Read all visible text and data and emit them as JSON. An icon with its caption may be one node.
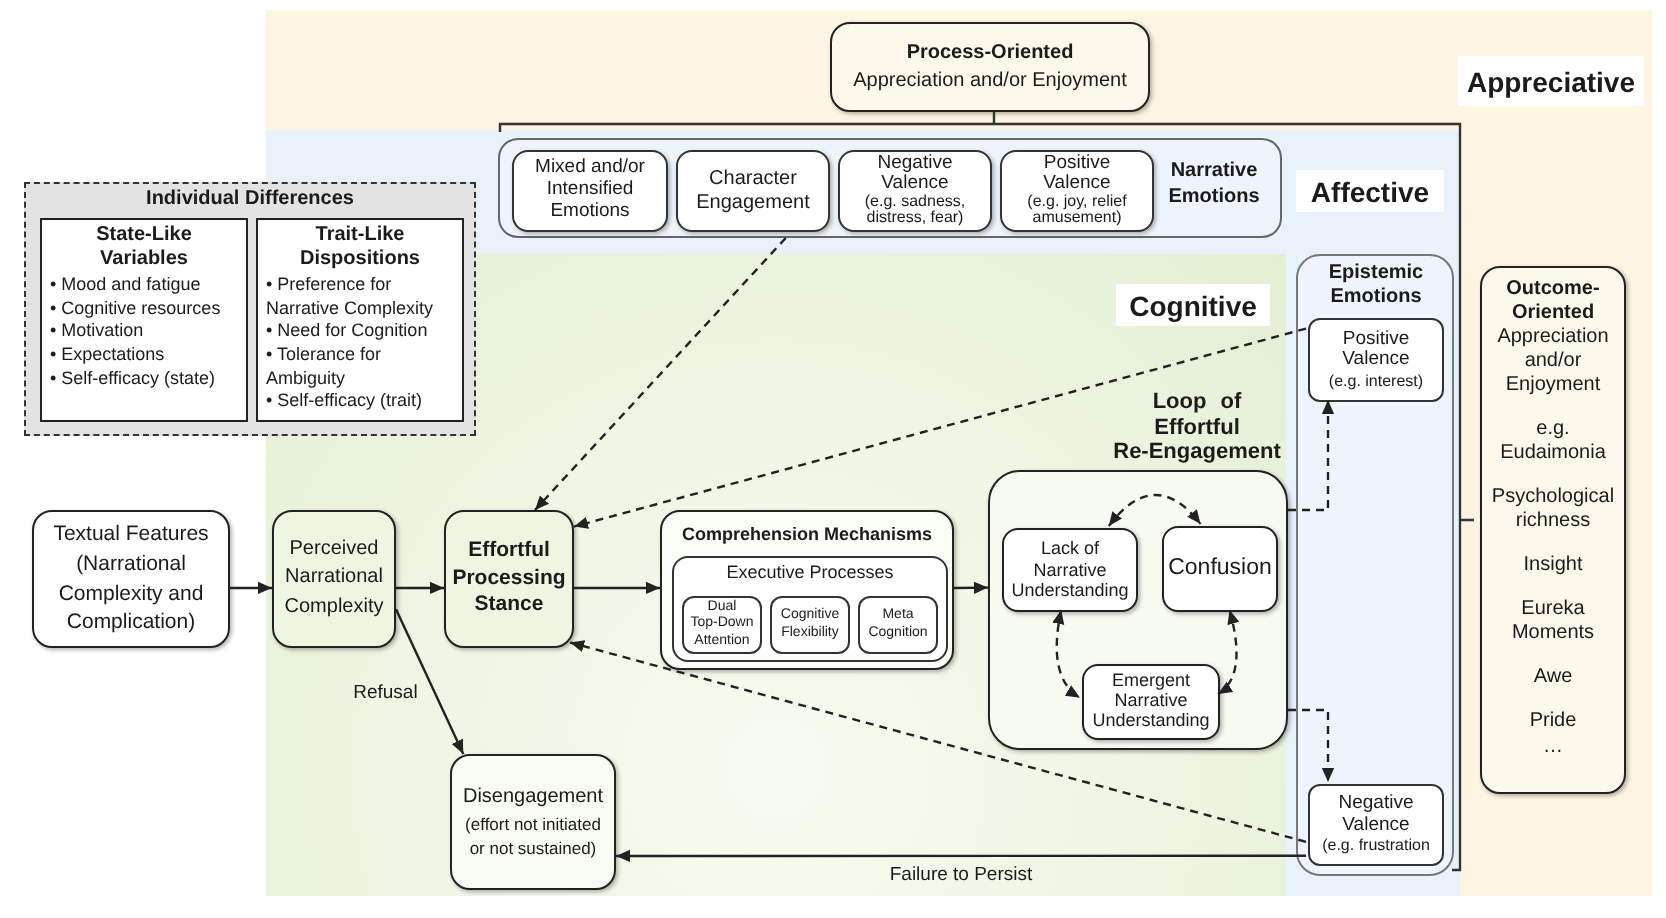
{
  "diagram": {
    "nodes": [
      {
        "text": [
          "Process-Oriented",
          "Appreciation and/or Enjoyment"
        ]
      },
      {
        "text": [
          "Narrative Emotions"
        ]
      },
      {
        "text": [
          "Mixed and/or Intensified Emotions"
        ],
        "in": 1
      },
      {
        "text": [
          "Character Engagement"
        ],
        "in": 1
      },
      {
        "text": [
          "Negative Valence",
          "(e.g. sadness, distress, fear)"
        ],
        "in": 1
      },
      {
        "text": [
          "Positive Valence",
          "(e.g. joy, relief amusement)"
        ],
        "in": 1
      },
      {
        "text": [
          "Individual Differences"
        ]
      },
      {
        "text": [
          "State-Like Variables",
          "• Mood and fatigue",
          "• Cognitive resources",
          "• Motivation",
          "• Expectations",
          "• Self-efficacy (state)"
        ],
        "in": 6
      },
      {
        "text": [
          "Trait-Like Dispositions",
          "• Preference for Narrative Complexity",
          "• Need for Cognition",
          "• Tolerance for Ambiguity",
          "• Self-efficacy (trait)"
        ],
        "in": 6
      },
      {
        "text": [
          "Textual Features (Narrational Complexity and Complication)"
        ]
      },
      {
        "text": [
          "Perceived Narrational Complexity"
        ]
      },
      {
        "text": [
          "Effortful Processing Stance"
        ]
      },
      {
        "text": [
          "Comprehension Mechanisms"
        ]
      },
      {
        "text": [
          "Executive Processes"
        ],
        "in": 12
      },
      {
        "text": [
          "Dual Top-Down Attention"
        ],
        "in": 13
      },
      {
        "text": [
          "Cognitive Flexibility"
        ],
        "in": 13
      },
      {
        "text": [
          "Meta Cognition"
        ],
        "in": 13
      },
      {
        "text": [
          "Loop of Effortful Re-Engagement"
        ]
      },
      {
        "text": [
          "Lack of Narrative Understanding"
        ],
        "in": 17
      },
      {
        "text": [
          "Confusion"
        ],
        "in": 17
      },
      {
        "text": [
          "Emergent Narrative Understanding"
        ],
        "in": 17
      },
      {
        "text": [
          "Epistemic Emotions"
        ]
      },
      {
        "text": [
          "Positive Valence",
          "(e.g. interest)"
        ],
        "in": 21
      },
      {
        "text": [
          "Negative Valence",
          "(e.g. frustration"
        ],
        "in": 21
      },
      {
        "text": [
          "Disengagement",
          "(effort not initiated or not sustained)"
        ]
      },
      {
        "text": [
          "Outcome-Oriented",
          "Appreciation and/or Enjoyment",
          "e.g. Eudaimonia",
          "Psychological richness",
          "Insight",
          "Eureka Moments",
          "Awe",
          "Pride",
          "…"
        ]
      }
    ],
    "edges": [
      {
        "from": 9,
        "to": 10,
        "arrow": "to"
      },
      {
        "from": 10,
        "to": 11,
        "arrow": "to"
      },
      {
        "from": 11,
        "to": 12,
        "arrow": "to"
      },
      {
        "from": 12,
        "to": 17,
        "arrow": "to"
      },
      {
        "from": 10,
        "to": 24,
        "arrow": "to",
        "label": "Refusal"
      },
      {
        "from": 23,
        "to": 24,
        "arrow": "to",
        "label": "Failure to Persist"
      },
      {
        "from": 1,
        "to": 11,
        "arrow": "to",
        "style": "dashed"
      },
      {
        "from": 22,
        "to": 11,
        "arrow": "to",
        "style": "dashed"
      },
      {
        "from": 23,
        "to": 11,
        "arrow": "to",
        "style": "dashed"
      },
      {
        "from": 18,
        "to": 19,
        "arrow": "both",
        "style": "dashed"
      },
      {
        "from": 18,
        "to": 20,
        "arrow": "both",
        "style": "dashed"
      },
      {
        "from": 19,
        "to": 20,
        "arrow": "both",
        "style": "dashed"
      },
      {
        "from": 17,
        "to": 22,
        "arrow": "to",
        "style": "dashed"
      },
      {
        "from": 17,
        "to": 23,
        "arrow": "to",
        "style": "dashed"
      }
    ],
    "labels": [
      "Appreciative",
      "Affective",
      "Cognitive"
    ]
  }
}
